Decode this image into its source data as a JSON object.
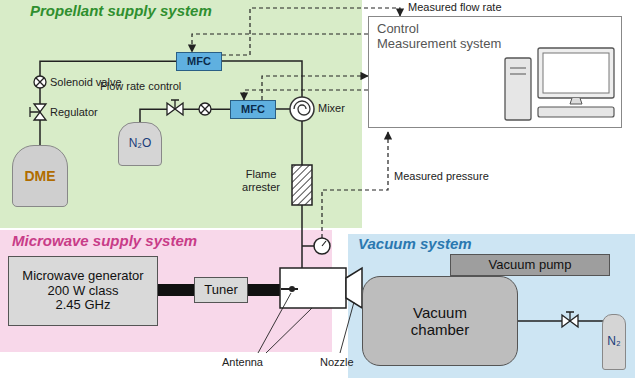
{
  "diagram": {
    "nodes": [
      {
        "text": [
          "Propellant supply system"
        ]
      },
      {
        "text": [
          "MFC"
        ],
        "in": 0
      },
      {
        "text": [
          "MFC"
        ],
        "in": 0
      },
      {
        "text": [
          "DME"
        ],
        "in": 0
      },
      {
        "text": [
          "N₂O"
        ],
        "in": 0
      },
      {
        "text": [
          "Control",
          "Measurement system"
        ]
      },
      {
        "text": [
          "Microwave supply system"
        ]
      },
      {
        "text": [
          "Microwave generator",
          "200 W class",
          "2.45 GHz"
        ],
        "in": 6
      },
      {
        "text": [
          "Tuner"
        ],
        "in": 6
      },
      {
        "text": [
          "Vacuum system"
        ]
      },
      {
        "text": [
          "Vacuum pump"
        ],
        "in": 9
      },
      {
        "text": [
          "Vacuum chamber"
        ],
        "in": 9
      },
      {
        "text": [
          "N₂"
        ],
        "in": 9
      }
    ],
    "edges": [
      {
        "from": 1,
        "to": 5,
        "arrow": "to"
      },
      {
        "from": 5,
        "to": 1,
        "arrow": "to"
      },
      {
        "from": 2,
        "to": 5,
        "arrow": "to"
      },
      {
        "from": 5,
        "to": 2,
        "arrow": "to"
      },
      {
        "from": 3,
        "to": 1,
        "arrow": "none"
      },
      {
        "from": 4,
        "to": 2,
        "arrow": "none"
      },
      {
        "from": 7,
        "to": 8,
        "arrow": "none"
      },
      {
        "from": 11,
        "to": 12,
        "arrow": "none"
      }
    ],
    "labels": [
      "Solenoid valve",
      "Regulator",
      "Flow rate control",
      "Measured flow rate",
      "Mixer",
      "Flame arrester",
      "Measured pressure",
      "Antenna",
      "Nozzle"
    ]
  }
}
